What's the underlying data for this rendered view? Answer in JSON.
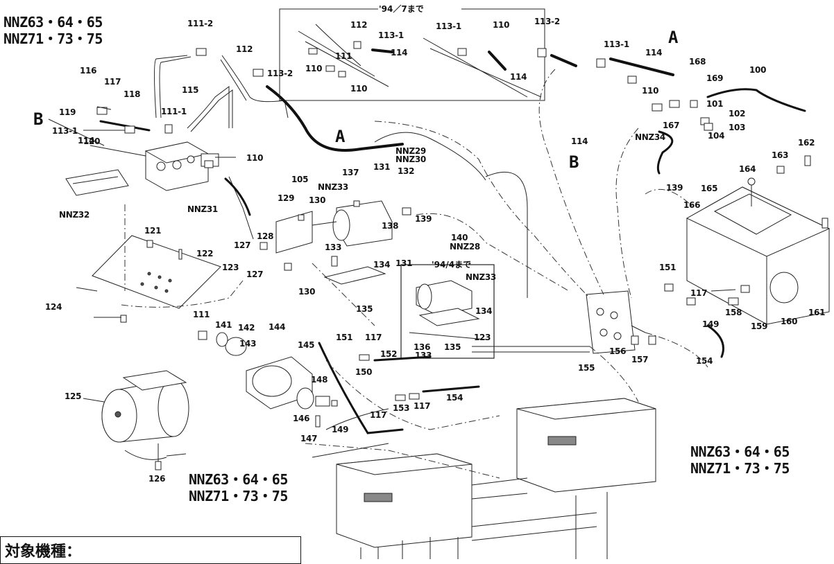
{
  "model_groups": {
    "top_left": [
      "NNZ63・64・65",
      "NNZ71・73・75"
    ],
    "bottom_center": [
      "NNZ63・64・65",
      "NNZ71・73・75"
    ],
    "bottom_right": [
      "NNZ63・64・65",
      "NNZ71・73・75"
    ]
  },
  "section_letters": {
    "a_top": "A",
    "a_mid": "A",
    "b_left": "B",
    "b_mid": "B"
  },
  "notes": {
    "until_94_7": "'94／7まで",
    "until_94_4": "'94/4まで"
  },
  "target_models_label": "対象機種：",
  "part_labels": [
    "111-2",
    "112",
    "113-1",
    "112",
    "113-1",
    "110",
    "113-2",
    "113-1",
    "114",
    "168",
    "169",
    "100",
    "116",
    "117",
    "118",
    "119",
    "113-1",
    "114",
    "115",
    "111-1",
    "113-2",
    "110",
    "110",
    "111",
    "114",
    "114",
    "110",
    "101",
    "102",
    "103",
    "104",
    "167",
    "NNZ34",
    "NNZ29",
    "NNZ30",
    "120",
    "114",
    "110",
    "105",
    "131",
    "132",
    "137",
    "NNZ33",
    "129",
    "130",
    "133",
    "138",
    "139",
    "140",
    "NNZ28",
    "131",
    "134",
    "135",
    "127",
    "128",
    "127",
    "130",
    "121",
    "122",
    "123",
    "124",
    "NNZ31",
    "NNZ32",
    "139",
    "164",
    "163",
    "162",
    "165",
    "166",
    "151",
    "117",
    "158",
    "149",
    "159",
    "160",
    "161",
    "NNZ33",
    "134",
    "123",
    "136",
    "135",
    "133",
    "111",
    "141",
    "142",
    "144",
    "143",
    "145",
    "151",
    "117",
    "152",
    "150",
    "154",
    "148",
    "149",
    "146",
    "147",
    "117",
    "153",
    "117",
    "125",
    "126",
    "155",
    "156",
    "157",
    "154",
    "114",
    "A",
    "B"
  ]
}
